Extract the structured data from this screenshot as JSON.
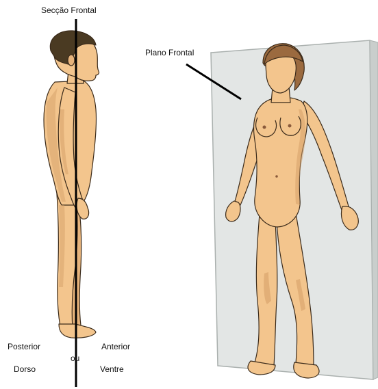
{
  "labels": {
    "seccao_frontal": "Secção Frontal",
    "plano_frontal": "Plano Frontal",
    "posterior": "Posterior",
    "dorso": "Dorso",
    "ou": "ou",
    "anterior": "Anterior",
    "ventre": "Ventre"
  },
  "colors": {
    "skin": "#f3c58d",
    "skin_shade": "#d39d66",
    "outline": "#3a2a1a",
    "hair_male": "#4a3a22",
    "hair_female": "#9b6a3f",
    "plane_fill": "#e3e6e5",
    "plane_edge": "#aab0ae",
    "line": "#000000"
  }
}
